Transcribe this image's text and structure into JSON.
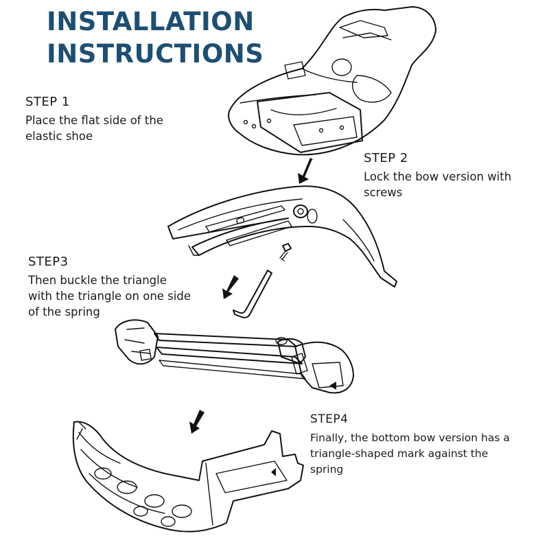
{
  "header": {
    "title_line1": "INSTALLATION",
    "title_line2": "INSTRUCTIONS",
    "title_color": "#1d4f73"
  },
  "steps": [
    {
      "heading": "STEP 1",
      "text": "Place the flat side of the\nelastic shoe"
    },
    {
      "heading": "STEP 2",
      "text": "Lock the bow version with\nscrews"
    },
    {
      "heading": "STEP3",
      "text": "Then buckle the triangle\nwith the triangle on one side\nof the spring"
    },
    {
      "heading": "STEP4",
      "text": "Finally, the bottom bow version has a\ntriangle-shaped mark against the\nspring"
    }
  ]
}
